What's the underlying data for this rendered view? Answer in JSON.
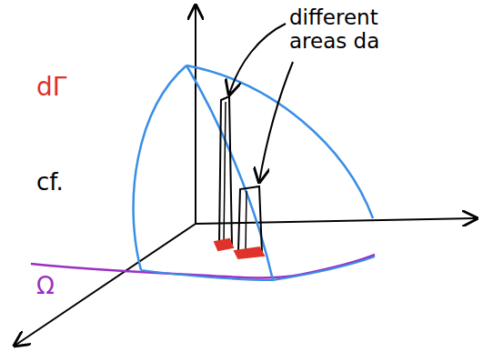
{
  "diagram": {
    "labels": [
      "dΓ",
      "cf.",
      "Ω",
      "different areas da"
    ]
  }
}
